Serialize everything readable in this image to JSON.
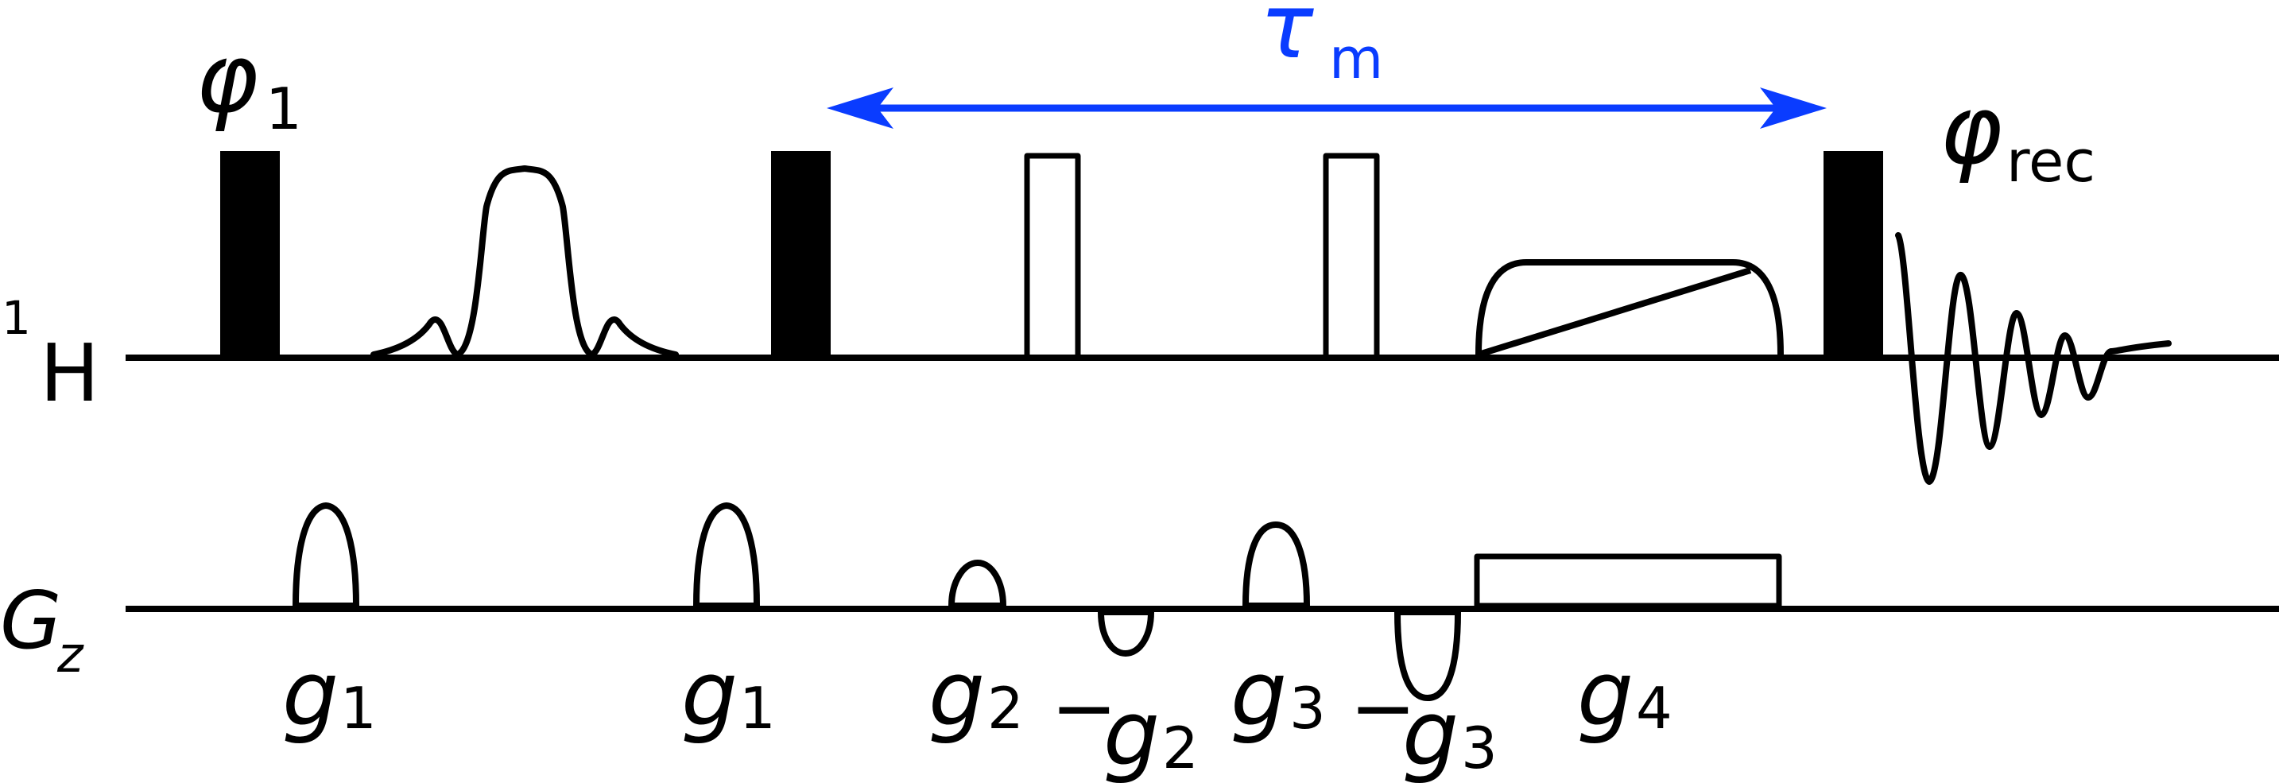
{
  "colors": {
    "ink": "#000000",
    "mixing_arrow": "#0a3cff",
    "background": "#ffffff"
  },
  "channels": {
    "proton": {
      "sup": "1",
      "main": "H"
    },
    "gradient": {
      "main": "G",
      "sub": "z"
    }
  },
  "phases": {
    "phi1": {
      "main": "φ",
      "sub": "1"
    },
    "phi_rec": {
      "main": "φ",
      "sub": "rec"
    }
  },
  "mixing": {
    "main": "τ",
    "sub": "m"
  },
  "gradient_labels": {
    "g1a": {
      "sign": "",
      "main": "g",
      "sub": "1"
    },
    "g1b": {
      "sign": "",
      "main": "g",
      "sub": "1"
    },
    "g2": {
      "sign": "",
      "main": "g",
      "sub": "2"
    },
    "neg_g2": {
      "sign": "−",
      "main": "g",
      "sub": "2"
    },
    "g3": {
      "sign": "",
      "main": "g",
      "sub": "3"
    },
    "neg_g3": {
      "sign": "−",
      "main": "g",
      "sub": "3"
    },
    "g4": {
      "sign": "",
      "main": "g",
      "sub": "4"
    }
  }
}
